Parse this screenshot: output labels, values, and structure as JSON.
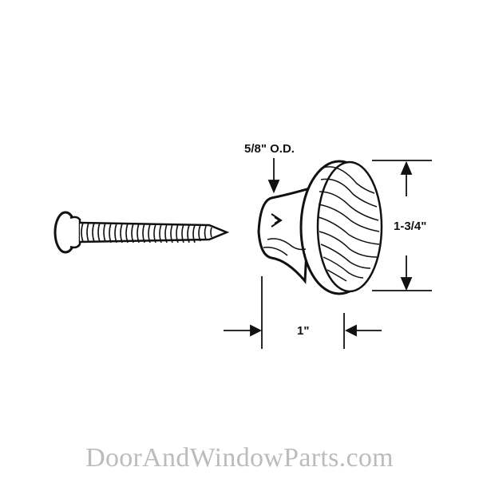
{
  "diagram": {
    "parts": [
      {
        "name": "screw",
        "description": "pan head screw"
      },
      {
        "name": "knob",
        "description": "wood grain knob"
      }
    ],
    "dimensions": {
      "stem_od": "5/8\" O.D.",
      "diameter": "1-3/4\"",
      "projection": "1\""
    },
    "colors": {
      "line": "#111111",
      "watermark": "#bcbcbc",
      "background": "#ffffff"
    }
  },
  "watermark": {
    "text": "DoorAndWindowParts.com"
  }
}
